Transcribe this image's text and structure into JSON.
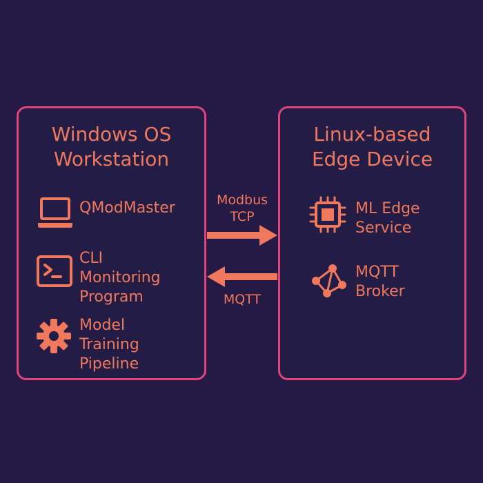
{
  "colors": {
    "background": "#251a45",
    "panel_fill": "#231d46",
    "panel_border": "#e0447e",
    "accent": "#f0785c"
  },
  "left_panel": {
    "title": "Windows OS\nWorkstation",
    "items": [
      {
        "label": "QModMaster",
        "icon": "laptop-icon"
      },
      {
        "label": "CLI\nMonitoring\nProgram",
        "icon": "terminal-icon"
      },
      {
        "label": "Model\nTraining\nPipeline",
        "icon": "gear-icon"
      }
    ]
  },
  "right_panel": {
    "title": "Linux-based\nEdge Device",
    "items": [
      {
        "label": "ML Edge\nService",
        "icon": "chip-icon"
      },
      {
        "label": "MQTT\nBroker",
        "icon": "network-icon"
      }
    ]
  },
  "arrows": {
    "to_edge_label": "Modbus\nTCP",
    "to_workstation_label": "MQTT"
  }
}
